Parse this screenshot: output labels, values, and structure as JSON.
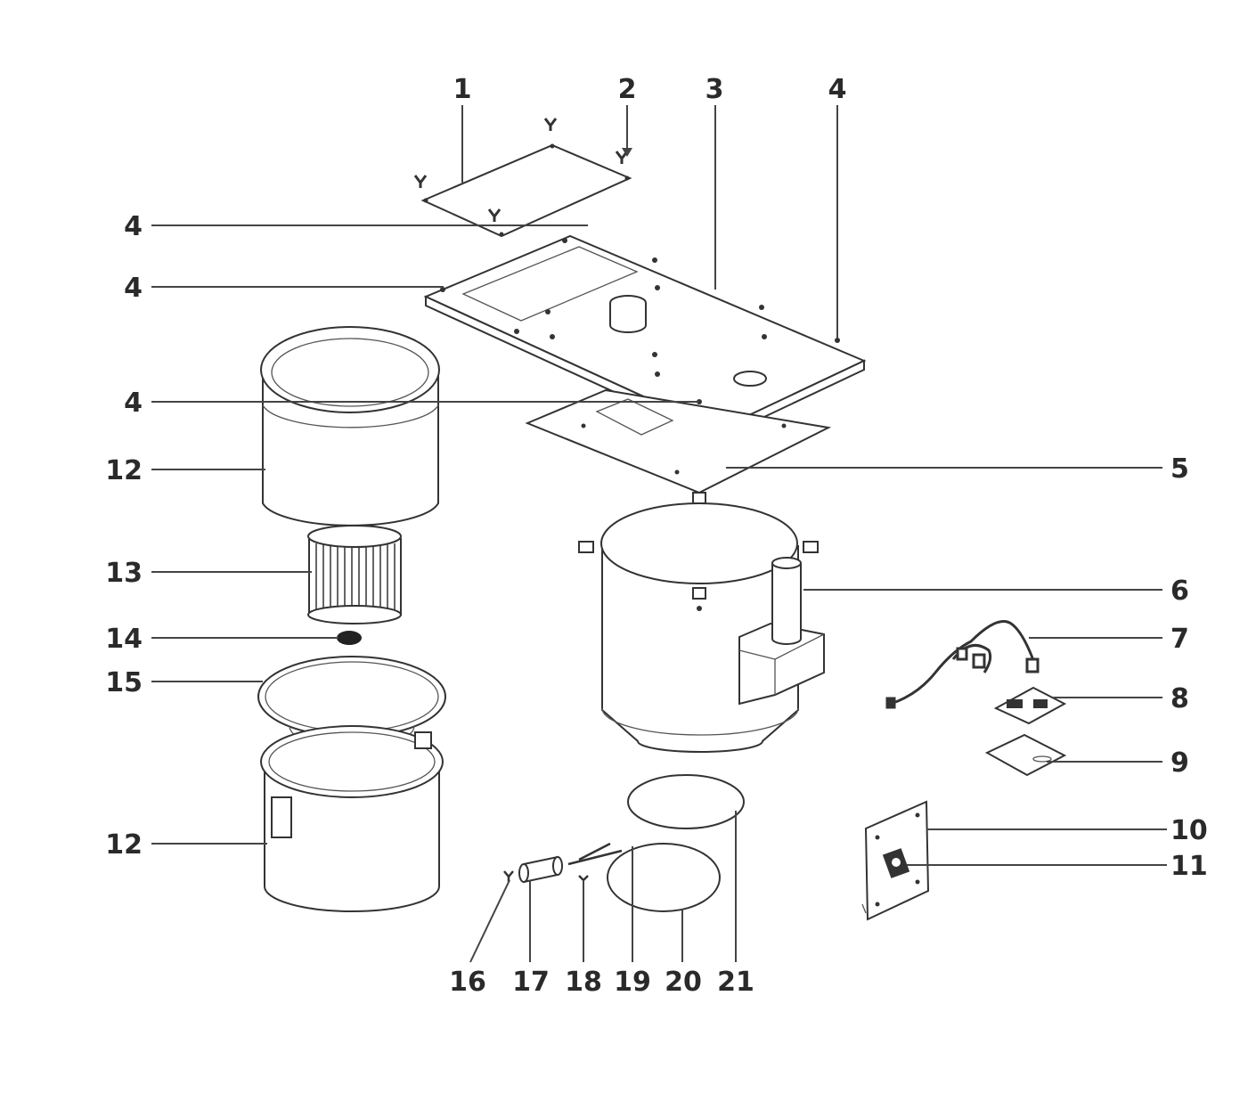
{
  "diagram": {
    "type": "exploded-parts-view",
    "callouts": {
      "top": [
        "1",
        "2",
        "3",
        "4"
      ],
      "left": [
        "4",
        "4",
        "4",
        "12",
        "13",
        "14",
        "15",
        "12"
      ],
      "right": [
        "5",
        "6",
        "7",
        "8",
        "9",
        "10",
        "11"
      ],
      "bottom": [
        "16",
        "17",
        "18",
        "19",
        "20",
        "21"
      ]
    }
  }
}
